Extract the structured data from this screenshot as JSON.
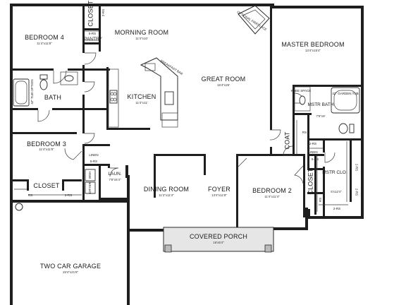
{
  "rooms": {
    "bedroom4": {
      "name": "BEDROOM 4",
      "dim": "11'4\"x11'8\""
    },
    "closet_top": {
      "name": "CLOSET"
    },
    "morning": {
      "name": "MORNING ROOM",
      "dim": "11'4\"x10'"
    },
    "master": {
      "name": "MASTER BEDROOM",
      "dim": "13'4\"x15'4\""
    },
    "great": {
      "name": "GREAT ROOM",
      "dim": "15'4\"x25'"
    },
    "kitchen": {
      "name": "KITCHEN",
      "dim": "11'4\"x11'"
    },
    "bath": {
      "name": "BATH"
    },
    "mstr_bath": {
      "name": "MSTR BATH",
      "dim": "7'8\"x9'"
    },
    "bedroom3": {
      "name": "BEDROOM 3",
      "dim": "11'4\"x11'8\""
    },
    "closet_b3": {
      "name": "CLOSET"
    },
    "laundry": {
      "name": "LAUN.",
      "dim": "7'8\"x5'4\""
    },
    "dining": {
      "name": "DINING ROOM",
      "dim": "11'4\"x11'4\""
    },
    "foyer": {
      "name": "FOYER",
      "dim": "13'4\"x11'8\""
    },
    "bedroom2": {
      "name": "BEDROOM 2",
      "dim": "11'4\"x11'4\""
    },
    "closet_b2": {
      "name": "CLOSET"
    },
    "mstr_clo": {
      "name": "MSTR CLO",
      "dim": "5'x12'4\""
    },
    "coat": {
      "name": "COAT"
    },
    "porch": {
      "name": "COVERED PORCH",
      "dim": "16'x5'4\""
    },
    "garage": {
      "name": "TWO CAR GARAGE",
      "dim": "19'4\"x21'8\""
    }
  },
  "labels": {
    "closet_tag": "2-RS",
    "pantry_shelf": "5-RS",
    "pantry": "PANTRY",
    "fireplace": "OPTIONAL FIREPLACE",
    "breakfast_bar": "BREAKFAST BAR",
    "tub_option": "42\" TUB OPTION",
    "knee_space": "KNEE SPACE",
    "garden_tub": "42\" GARDEN TUB",
    "linen": "LINEN",
    "linen_shelf": "5-RS",
    "linen_m": "LINEN",
    "linen_m_shelf": "5-RS",
    "rs_b3_left": "RS",
    "rs_b3_right": "2-RS",
    "rs_mclo_side": "2-RS",
    "rs_mclo_side2": "2-RS",
    "rs_mclo_bottom": "2-RS",
    "rs_b2_closet": "RS",
    "rs_coat": "RS",
    "rs_coat_bottom": "2-RS",
    "washer": "WSH",
    "dryer": "DRYER"
  }
}
